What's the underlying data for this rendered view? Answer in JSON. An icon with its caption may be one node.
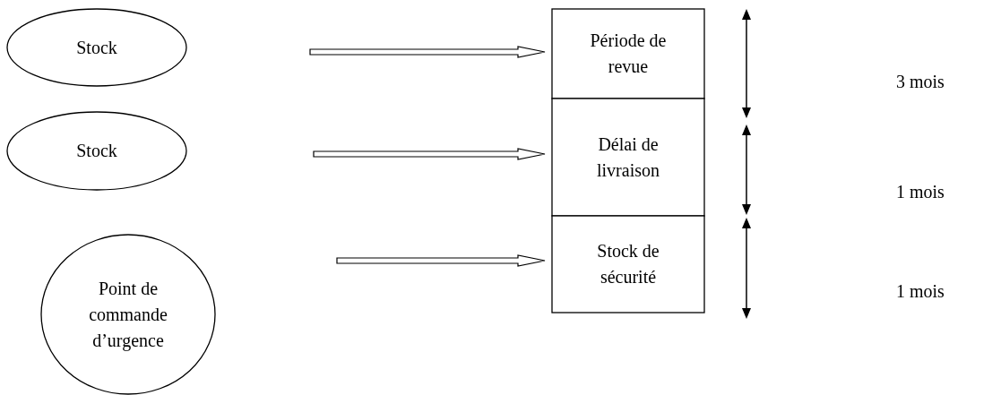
{
  "diagram": {
    "nodes": [
      {
        "text": [
          "Stock"
        ]
      },
      {
        "text": [
          "Stock"
        ]
      },
      {
        "text": [
          "Point de commande d’urgence"
        ]
      },
      {
        "text": [
          "Période de revue"
        ]
      },
      {
        "text": [
          "Délai de livraison"
        ]
      },
      {
        "text": [
          "Stock de sécurité"
        ]
      }
    ],
    "edges": [
      {
        "from": 0,
        "to": 3,
        "arrow": "to"
      },
      {
        "from": 1,
        "to": 4,
        "arrow": "to"
      },
      {
        "from": 2,
        "to": 5,
        "arrow": "to"
      }
    ],
    "labels": [
      "3 mois",
      "1 mois",
      "1 mois"
    ]
  }
}
